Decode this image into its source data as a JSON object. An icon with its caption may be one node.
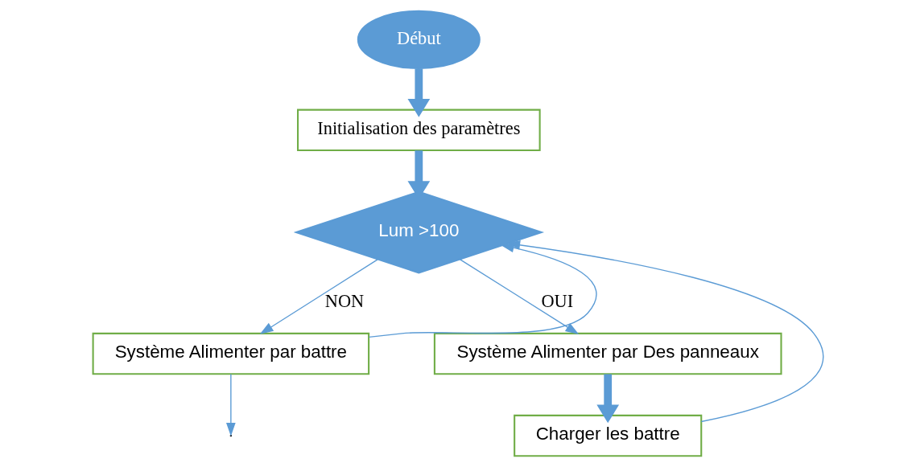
{
  "diagram": {
    "nodes": [
      {
        "text": [
          "Début"
        ]
      },
      {
        "text": [
          "Initialisation des paramètres"
        ]
      },
      {
        "text": [
          "Lum >100"
        ]
      },
      {
        "text": [
          "Système Alimenter par battre"
        ]
      },
      {
        "text": [
          "Système Alimenter par Des panneaux"
        ]
      },
      {
        "text": [
          "Charger les battre"
        ]
      }
    ],
    "edges": [
      {
        "from": 0,
        "to": 1,
        "arrow": "to",
        "style": "thick"
      },
      {
        "from": 1,
        "to": 2,
        "arrow": "to",
        "style": "thick"
      },
      {
        "from": 2,
        "to": 3,
        "arrow": "to",
        "label": "NON"
      },
      {
        "from": 2,
        "to": 4,
        "arrow": "to",
        "label": "OUI"
      },
      {
        "from": 4,
        "to": 5,
        "arrow": "to",
        "style": "thick"
      },
      {
        "from": 5,
        "to": 2,
        "arrow": "to"
      },
      {
        "from": 3,
        "to": 2,
        "arrow": "to"
      },
      {
        "from": 3,
        "to": null,
        "arrow": "to"
      }
    ]
  }
}
